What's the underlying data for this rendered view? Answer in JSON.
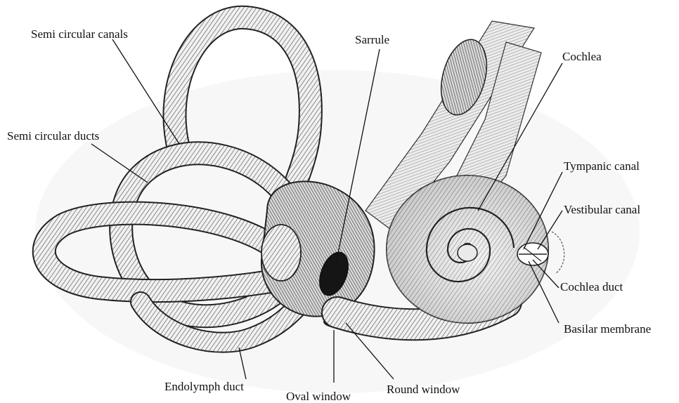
{
  "labels": {
    "semi_circular_canals": "Semi circular canals",
    "semi_circular_ducts": "Semi circular ducts",
    "sarrule": "Sarrule",
    "cochlea": "Cochlea",
    "tympanic_canal": "Tympanic canal",
    "vestibular_canal": "Vestibular canal",
    "cochlea_duct": "Cochlea duct",
    "basilar_membrane": "Basilar membrane",
    "endolymph_duct": "Endolymph duct",
    "oval_window": "Oval window",
    "round_window": "Round window"
  },
  "colors": {
    "ink": "#1a1a1a",
    "shade": "#6e6e6e",
    "light": "#cfcfcf",
    "background": "#ffffff"
  }
}
